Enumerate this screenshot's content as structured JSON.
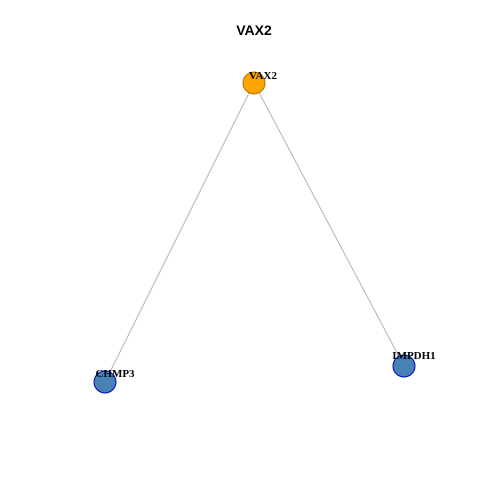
{
  "title": "VAX2",
  "colors": {
    "center_node_fill": "#FFA500",
    "center_node_stroke": "#b07200",
    "neighbor_node_fill": "#4682B4",
    "neighbor_node_stroke": "#0000cd",
    "edge": "#b3b3b3"
  },
  "nodes": [
    {
      "id": "VAX2",
      "label": "VAX2",
      "role": "center"
    },
    {
      "id": "CHMP3",
      "label": "CHMP3",
      "role": "neighbor"
    },
    {
      "id": "IMPDH1",
      "label": "IMPDH1",
      "role": "neighbor"
    }
  ],
  "edges": [
    {
      "from": "VAX2",
      "to": "CHMP3"
    },
    {
      "from": "VAX2",
      "to": "IMPDH1"
    }
  ]
}
